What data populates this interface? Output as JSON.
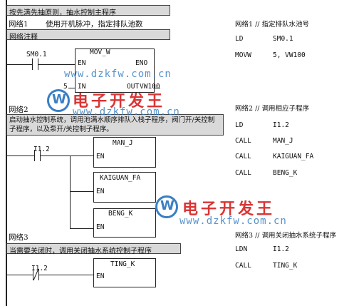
{
  "header": {
    "title_bar": "按先满先抽原则，抽水控制主程序"
  },
  "net1": {
    "label": "网络1",
    "comment": "使用开机脉冲，指定排队池数",
    "note_bar": "网络注释",
    "contact": "SM0.1",
    "block_title": "MOV_W",
    "en": "EN",
    "eno": "ENO",
    "in_label": "IN",
    "out_label": "OUT",
    "in_value": "5",
    "out_value": "VW100"
  },
  "net2": {
    "label": "网络2",
    "comment": "启动抽水控制系统，调用池满水顺序排队入栈子程序，阀门开/关控制子程序，以及泵开/关控制子程序。",
    "contact": "I1.2",
    "blocks": [
      {
        "title": "MAN_J",
        "en": "EN"
      },
      {
        "title": "KAIGUAN_FA",
        "en": "EN"
      },
      {
        "title": "BENG_K",
        "en": "EN"
      }
    ]
  },
  "net3": {
    "label": "网络3",
    "comment": "当需要关闭时，调用关闭抽水系统控制子程序",
    "contact": "I1.2",
    "block_title": "TING_K",
    "en": "EN"
  },
  "stl": {
    "net1_header": "网络1 // 指定排队水池号",
    "net1_rows": [
      {
        "op": "LD",
        "arg": "SM0.1"
      },
      {
        "op": "MOVW",
        "arg": "5, VW100"
      }
    ],
    "net2_header": "网络2 // 调用相应子程序",
    "net2_rows": [
      {
        "op": "LD",
        "arg": "I1.2"
      },
      {
        "op": "CALL",
        "arg": "MAN_J"
      },
      {
        "op": "CALL",
        "arg": "KAIGUAN_FA"
      },
      {
        "op": "CALL",
        "arg": "BENG_K"
      }
    ],
    "net3_header": "网络3 // 调用关闭抽水系统子程序",
    "net3_rows": [
      {
        "op": "LDN",
        "arg": "I1.2"
      },
      {
        "op": "CALL",
        "arg": "TING_K"
      }
    ]
  },
  "watermark": {
    "url": "www.dzkfw.com.cn",
    "logo_text": "电子开发王",
    "logo_letter": "W"
  }
}
